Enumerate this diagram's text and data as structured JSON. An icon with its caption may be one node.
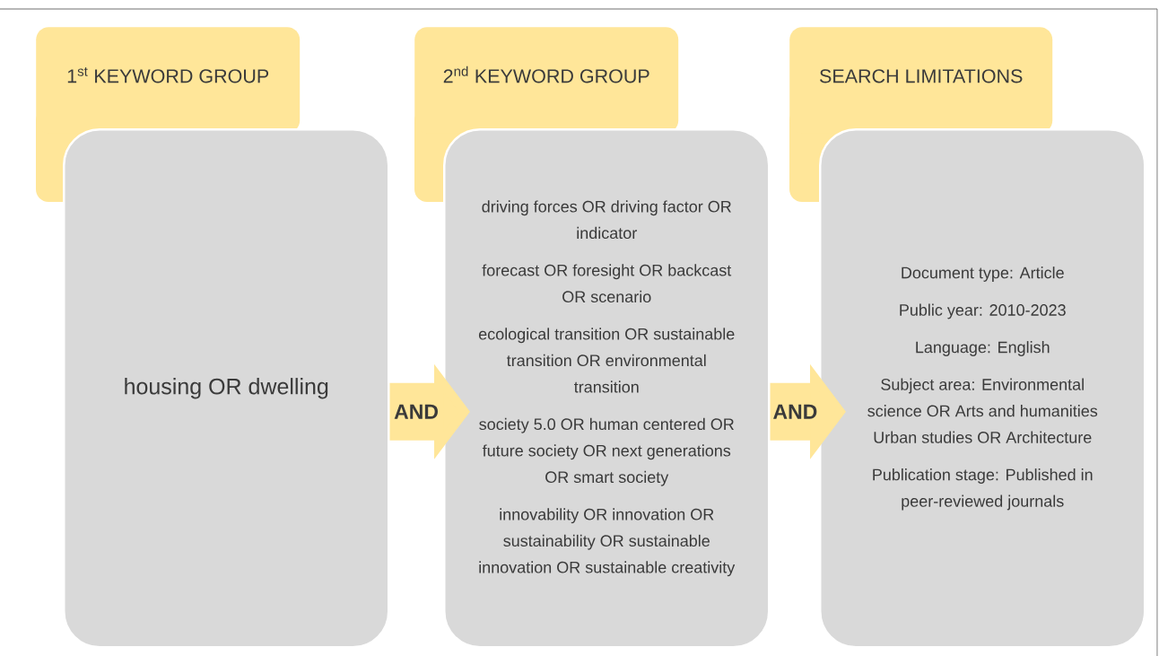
{
  "diagram": {
    "nodes": [
      {
        "text": [
          "1$^{st}$ KEYWORD GROUP"
        ]
      },
      {
        "text": [
          "housing OR dwelling"
        ]
      },
      {
        "text": [
          "2$^{nd}$ KEYWORD GROUP"
        ]
      },
      {
        "text": [
          "driving forces OR driving factor OR indicator",
          "forecast OR foresight OR backcast OR scenario",
          "ecological transition OR sustainable transition OR environmental transition",
          "society 5.0 OR human centered OR future society OR next generations OR smart society",
          "innovability OR innovation OR sustainability OR sustainable innovation OR sustainable creativity"
        ]
      },
      {
        "text": [
          "SEARCH LIMITATIONS"
        ]
      },
      {
        "text": [
          "Document type: Article",
          "Public year: 2010-2023",
          "Language: English",
          "Subject area: Environmental science OR Arts and humanities Urban studies OR Architecture",
          "Publication stage: Published in peer-reviewed journals"
        ]
      }
    ],
    "edges": [
      {
        "from": 1,
        "to": 3,
        "arrow": "to",
        "label": "AND"
      },
      {
        "from": 3,
        "to": 5,
        "arrow": "to",
        "label": "AND"
      }
    ]
  }
}
